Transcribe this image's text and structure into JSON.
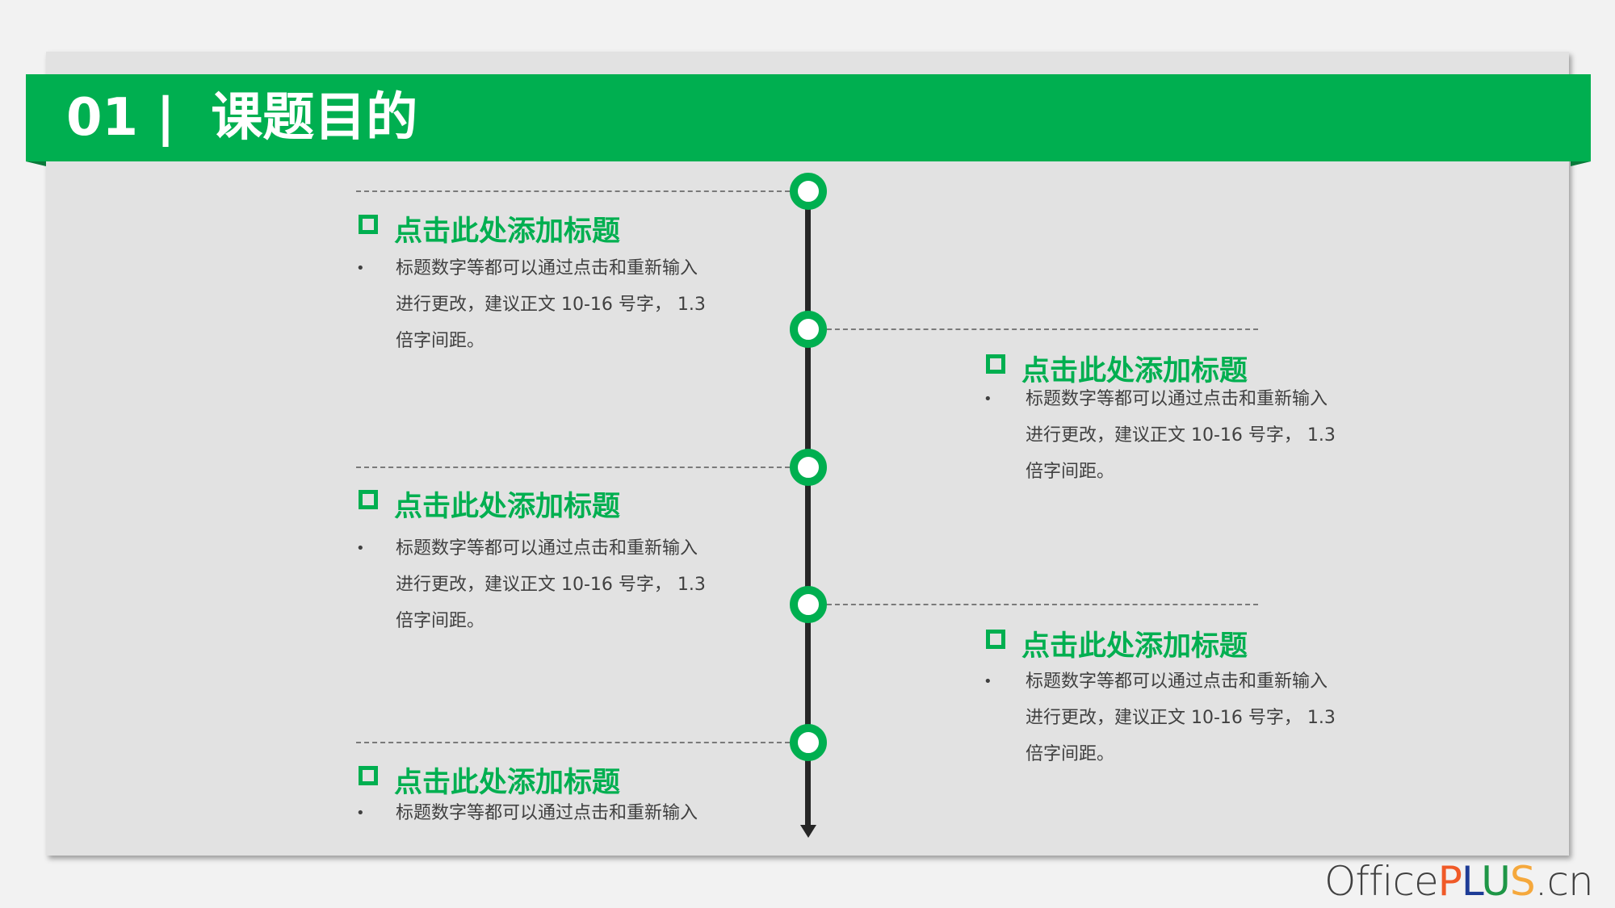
{
  "header": {
    "title": "01 |  课题目的",
    "accent": "#00AF50"
  },
  "items": [
    {
      "title": "点击此处添加标题",
      "lines": [
        "标题数字等都可以通过点击和重新输入",
        "进行更改，建议正文 10-16 号字， 1.3",
        "倍字间距。"
      ]
    },
    {
      "title": "点击此处添加标题",
      "lines": [
        "标题数字等都可以通过点击和重新输入",
        "进行更改，建议正文 10-16 号字， 1.3",
        "倍字间距。"
      ]
    },
    {
      "title": "点击此处添加标题",
      "lines": [
        "标题数字等都可以通过点击和重新输入",
        "进行更改，建议正文 10-16 号字， 1.3",
        "倍字间距。"
      ]
    },
    {
      "title": "点击此处添加标题",
      "lines": [
        "标题数字等都可以通过点击和重新输入",
        "进行更改，建议正文 10-16 号字， 1.3",
        "倍字间距。"
      ]
    },
    {
      "title": "点击此处添加标题",
      "lines": [
        "标题数字等都可以通过点击和重新输入"
      ]
    }
  ],
  "bullet": "•",
  "logo": {
    "office": "Office",
    "p": "P",
    "l": "L",
    "u": "U",
    "s": "S",
    "cn": ".cn",
    "colors": [
      "#F05A28",
      "#1E3C96",
      "#1E9646",
      "#F5A83C"
    ]
  }
}
